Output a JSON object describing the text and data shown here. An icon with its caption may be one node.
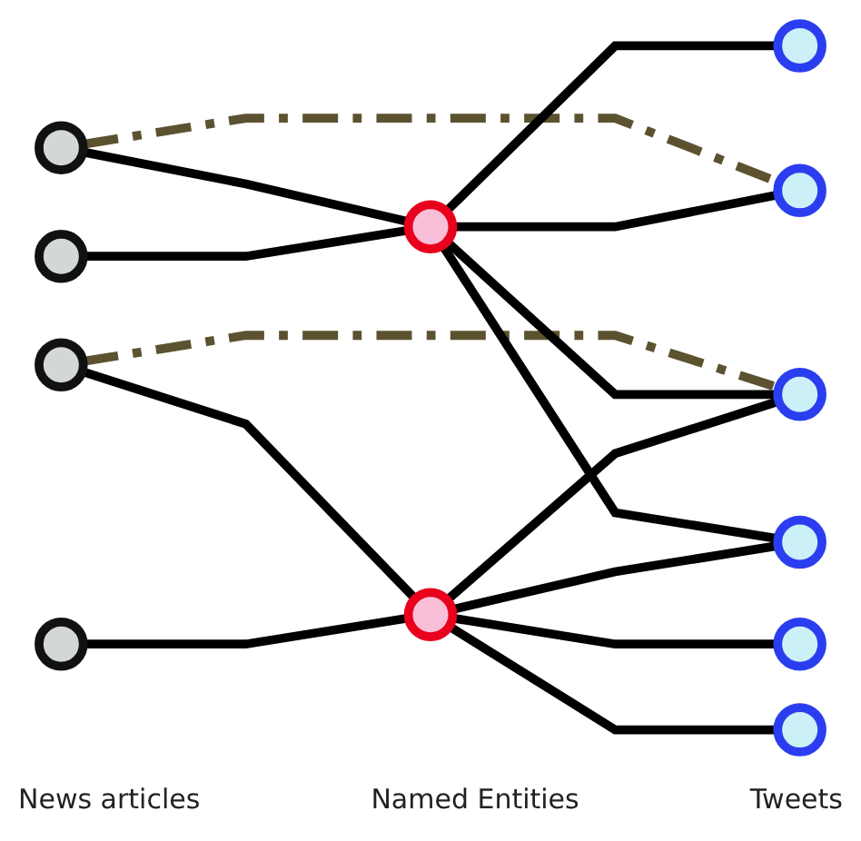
{
  "diagram": {
    "nodes": [
      {
        "text": [],
        "shape": "circle"
      },
      {
        "text": [],
        "shape": "circle"
      },
      {
        "text": [],
        "shape": "circle"
      },
      {
        "text": [],
        "shape": "circle"
      },
      {
        "text": [],
        "shape": "circle"
      },
      {
        "text": [],
        "shape": "circle"
      },
      {
        "text": [],
        "shape": "circle"
      },
      {
        "text": [],
        "shape": "circle"
      },
      {
        "text": [],
        "shape": "circle"
      },
      {
        "text": [],
        "shape": "circle"
      },
      {
        "text": [],
        "shape": "circle"
      },
      {
        "text": [],
        "shape": "circle"
      }
    ],
    "edges": [
      {
        "from": 0,
        "to": 4,
        "arrow": "none"
      },
      {
        "from": 1,
        "to": 4,
        "arrow": "none"
      },
      {
        "from": 2,
        "to": 5,
        "arrow": "none"
      },
      {
        "from": 3,
        "to": 5,
        "arrow": "none"
      },
      {
        "from": 0,
        "to": 7,
        "arrow": "none",
        "style": "dashed",
        "color": "#5c5230"
      },
      {
        "from": 2,
        "to": 8,
        "arrow": "none",
        "style": "dashed",
        "color": "#5c5230"
      },
      {
        "from": 4,
        "to": 6,
        "arrow": "none"
      },
      {
        "from": 4,
        "to": 7,
        "arrow": "none"
      },
      {
        "from": 4,
        "to": 8,
        "arrow": "none"
      },
      {
        "from": 4,
        "to": 9,
        "arrow": "none"
      },
      {
        "from": 5,
        "to": 8,
        "arrow": "none"
      },
      {
        "from": 5,
        "to": 9,
        "arrow": "none"
      },
      {
        "from": 5,
        "to": 10,
        "arrow": "none"
      },
      {
        "from": 5,
        "to": 11,
        "arrow": "none"
      }
    ],
    "labels": [
      "News articles",
      "Named Entities",
      "Tweets"
    ]
  }
}
